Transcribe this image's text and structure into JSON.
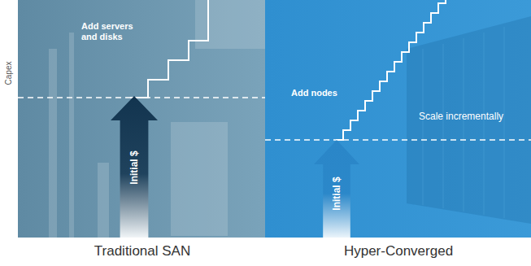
{
  "diagram": {
    "nodes": [
      {
        "text": [
          "Initial $"
        ]
      },
      {
        "text": [
          "Initial $"
        ]
      }
    ],
    "labels": [
      "Capex",
      "Add servers and disks",
      "Traditional SAN",
      "Add nodes",
      "Scale incrementally",
      "Hyper-Converged"
    ]
  }
}
